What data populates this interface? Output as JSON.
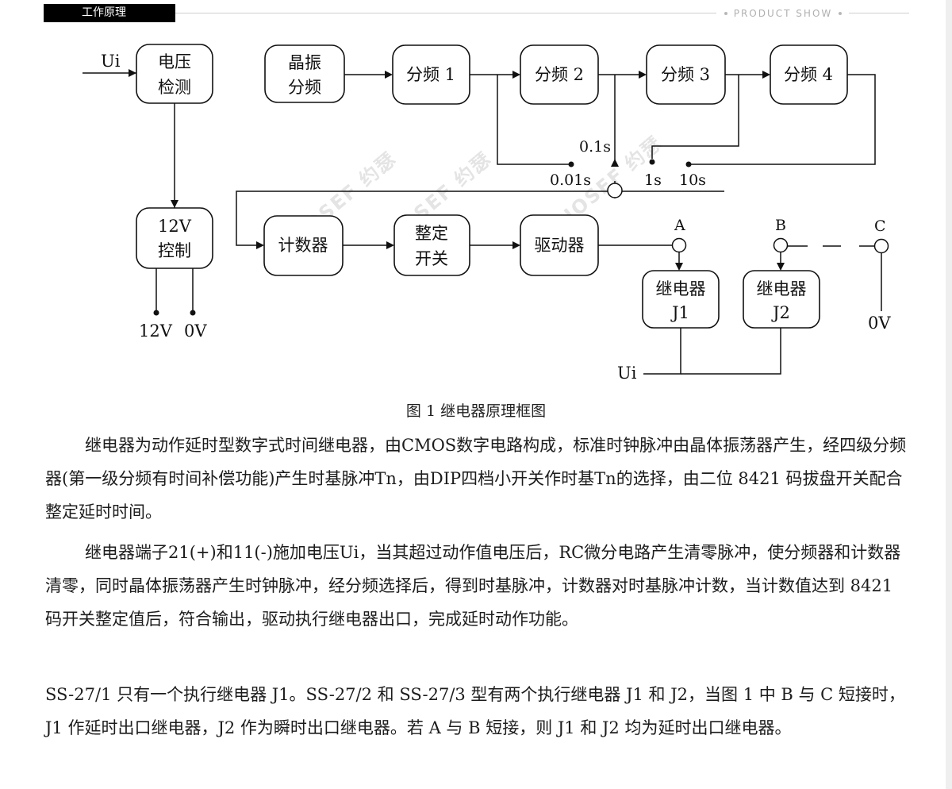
{
  "header": {
    "tab_label": "工作原理",
    "brand": "PRODUCT SHOW"
  },
  "diagram": {
    "blocks": {
      "voltage_detect": [
        "电压",
        "检测"
      ],
      "crystal_div": [
        "晶振",
        "分频"
      ],
      "div1": "分频 1",
      "div2": "分频 2",
      "div3": "分频 3",
      "div4": "分频 4",
      "ctrl_12v": [
        "12V",
        "控制"
      ],
      "counter": "计数器",
      "switch": [
        "整定",
        "开关"
      ],
      "driver": "驱动器",
      "relay_j1": [
        "继电器",
        "J1"
      ],
      "relay_j2": [
        "继电器",
        "J2"
      ]
    },
    "labels": {
      "ui_in": "Ui",
      "ui_bottom": "Ui",
      "v12": "12V",
      "v0": "0V",
      "v0_right": "0V",
      "t001": "0.01s",
      "t01": "0.1s",
      "t1": "1s",
      "t10": "10s",
      "term_a": "A",
      "term_b": "B",
      "term_c": "C"
    },
    "watermark": "JOSEF 约瑟"
  },
  "caption": "图 1  继电器原理框图",
  "paragraphs": [
    "继电器为动作延时型数字式时间继电器，由CMOS数字电路构成，标准时钟脉冲由晶体振荡器产生，经四级分频器(第一级分频有时间补偿功能)产生时基脉冲Tn，由DIP四档小开关作时基Tn的选择，由二位 8421 码拔盘开关配合整定延时时间。",
    "继电器端子21(+)和11(-)施加电压Ui，当其超过动作值电压后，RC微分电路产生清零脉冲，使分频器和计数器清零，同时晶体振荡器产生时钟脉冲，经分频选择后，得到时基脉冲，计数器对时基脉冲计数，当计数值达到 8421 码开关整定值后，符合输出，驱动执行继电器出口，完成延时动作功能。",
    "SS-27/1 只有一个执行继电器 J1。SS-27/2 和 SS-27/3 型有两个执行继电器 J1 和 J2，当图 1 中 B 与 C 短接时，J1 作延时出口继电器，J2 作为瞬时出口继电器。若 A 与 B 短接，则 J1 和 J2 均为延时出口继电器。"
  ]
}
